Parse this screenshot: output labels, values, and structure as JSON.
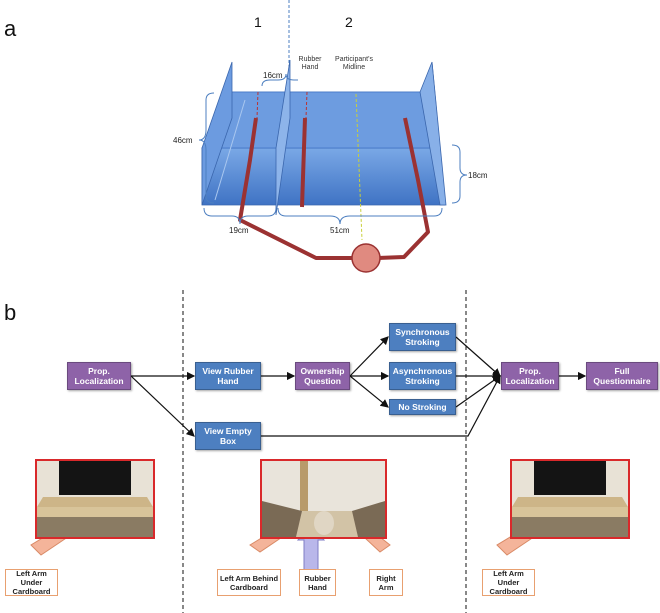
{
  "panel_a": {
    "letter": "a",
    "column_numbers": [
      "1",
      "2"
    ],
    "labels": {
      "rubber_hand": "Rubber Hand",
      "participant_midline": "Participant's Midline"
    },
    "dimensions": {
      "width_16": "16cm",
      "depth_46": "46cm",
      "height_18": "18cm",
      "left_19": "19cm",
      "right_51": "51cm"
    },
    "colors": {
      "box_blue": "#5a8fd6",
      "arm_red": "#9b3232",
      "head_pink": "#e08a80"
    }
  },
  "panel_b": {
    "letter": "b",
    "flow": {
      "prop_localization_1": "Prop. Localization",
      "view_rubber_hand": "View Rubber Hand",
      "ownership_question": "Ownership Question",
      "synchronous_stroking": "Synchronous Stroking",
      "asynchronous_stroking": "Asynchronous Stroking",
      "no_stroking": "No Stroking",
      "view_empty_box": "View Empty Box",
      "prop_localization_2": "Prop. Localization",
      "full_questionnaire": "Full Questionnaire"
    },
    "photo_callouts": {
      "left_under_1": "Left Arm Under Cardboard",
      "left_behind": "Left Arm Behind Cardboard",
      "rubber_hand": "Rubber Hand",
      "right_arm": "Right Arm",
      "left_under_2": "Left Arm Under Cardboard"
    },
    "colors": {
      "purple": "#8e63a8",
      "blue": "#4d7fc0",
      "photo_border": "#d9292b",
      "arrow_salmon": "#f4b49a",
      "arrow_lavender": "#b9b7ea"
    }
  }
}
